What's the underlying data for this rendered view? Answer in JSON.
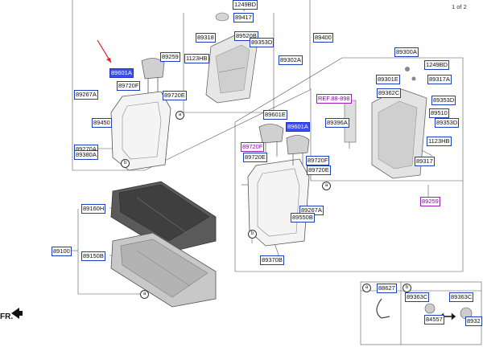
{
  "page_indicator": "1 of 2",
  "front_marker": "FR.",
  "labels": {
    "p89417": "89417",
    "p89318": "89318",
    "p89520B": "89520B",
    "p89353D_top": "89353D",
    "p89259": "89259",
    "p1123HB_top": "1123HB",
    "p89302A": "89302A",
    "p89400": "89400",
    "p89601A_sel": "89601A",
    "p89720F_top": "89720F",
    "p89267A_left": "89267A",
    "p89720E_top": "89720E",
    "p89450": "89450",
    "p89270A": "89270A",
    "p89380A": "89380A",
    "p89300A": "89300A",
    "p1249BD_right": "1249BD",
    "p89301E": "89301E",
    "p89317A": "89317A",
    "p89362C": "89362C",
    "pREF": "REF.88-898",
    "p89353D_r1": "89353D",
    "p89510": "89510",
    "p89353D_r2": "89353D",
    "p89601E": "89601E",
    "p89601A_hl": "89601A",
    "p89396A": "89396A",
    "p89720F_mid": "89720F",
    "p89720E_mid": "89720E",
    "p89720F_mid2": "89720F",
    "p89720E_mid2": "89720E",
    "p1123HB_right": "1123HB",
    "p89317": "89317",
    "p89259_right": "89259",
    "p89160H": "89160H",
    "p89267A_mid": "89267A",
    "p89550B": "89550B",
    "p89100": "89100",
    "p89150B": "89150B",
    "p89370B": "89370B",
    "p88627": "88627",
    "p89363C_1": "89363C",
    "p89363C_2": "89363C",
    "p84557": "84557",
    "p8932": "8932"
  },
  "callouts": [
    "a",
    "b"
  ],
  "legend_a": "a",
  "legend_b": "b"
}
